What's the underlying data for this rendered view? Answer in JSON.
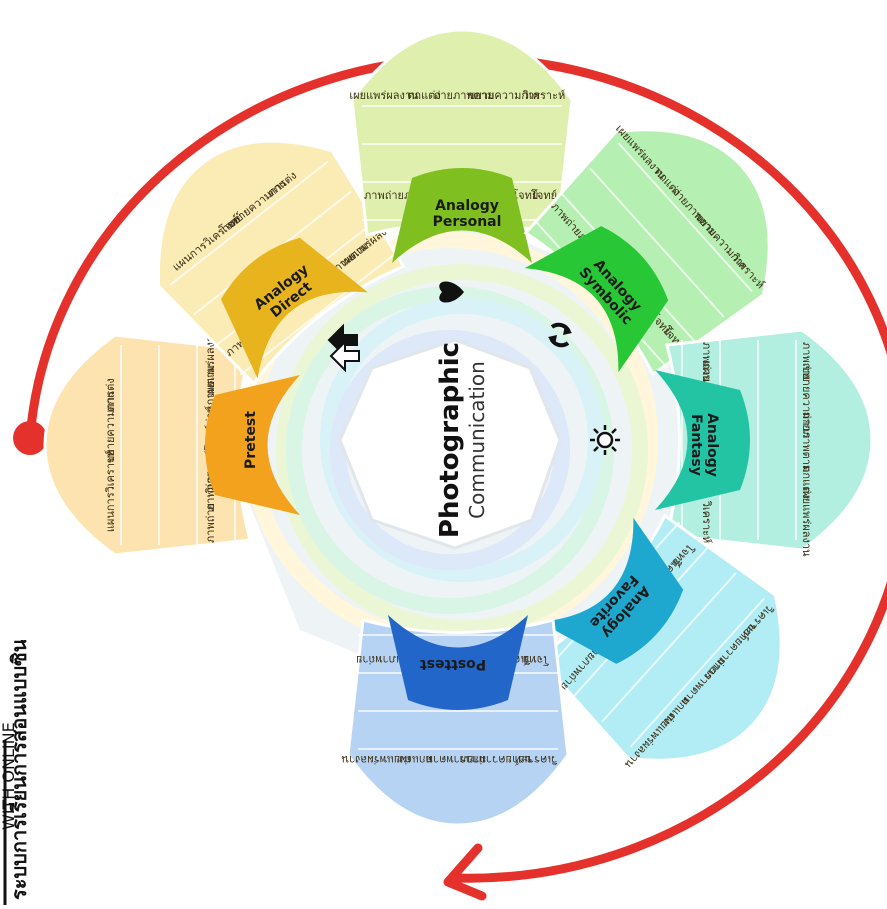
{
  "center": {
    "title": "Photographic",
    "subtitle": "Communication"
  },
  "caption": {
    "line1": "ระบบการเรียนการสอนแบบซินเนคติกส์ร่วมกับเทคนิคการถ่ายภาพ",
    "line2": "WITH ONLINE"
  },
  "stages": [
    {
      "name": "Pretest",
      "color": "#f2a21d",
      "light": "#fde3b0",
      "rows": [
        [
          "ภาพถ่าย",
          ""
        ],
        [
          "ภาพถ่าย",
          "แผนการวิเคราะห์"
        ],
        [
          "วิเคราะห์โจทย์",
          ""
        ],
        [
          "วิเคราะห์",
          "ขยายความการ"
        ],
        [
          "ถ่ายภาพตาม",
          "ตกแต่ง"
        ],
        [
          "เผยแพร่ผลงาน",
          ""
        ]
      ]
    },
    {
      "name": "Direct\nAnalogy",
      "color": "#e8b41e",
      "light": "#fbecb5",
      "rows": [
        [
          "ภาพถ่าย",
          ""
        ],
        [
          "ภาพถ่าย",
          "แผนการวิเคราะห์"
        ],
        [
          "วิเคราะห์โจทย์",
          "โจทย์"
        ],
        [
          "วิเคราะห์",
          "ขยายความการ"
        ],
        [
          "ถ่ายภาพตาม",
          "ตกแต่ง"
        ],
        [
          "เผยแพร่ผลงาน",
          ""
        ]
      ]
    },
    {
      "name": "Personal\nAnalogy",
      "color": "#7fbf1f",
      "light": "#dff0ae",
      "rows": [
        [
          "ภาพถ่าย",
          "เผยแพร่ผลงาน"
        ],
        [
          "ภาพถ่าย",
          "ตกแต่ง"
        ],
        [
          "แผนการวิเคราะห์",
          "ถ่ายภาพตาม"
        ],
        [
          "วิเคราะห์โจทย์",
          "ขยายความการ"
        ],
        [
          "โจทย์",
          "วิเคราะห์"
        ]
      ]
    },
    {
      "name": "Symbolic\nAnalogy",
      "color": "#27c736",
      "light": "#b6efb2",
      "rows": [
        [
          "ภาพถ่าย",
          "เผยแพร่ผลงาน"
        ],
        [
          "ภาพถ่าย",
          "ตกแต่ง"
        ],
        [
          "แผนการวิเคราะห์",
          "ถ่ายภาพตาม"
        ],
        [
          "วิเคราะห์โจทย์",
          "ขยายความการ"
        ],
        [
          "โจทย์",
          "วิเคราะห์"
        ]
      ]
    },
    {
      "name": "Fantasy\nAnalogy",
      "color": "#22c4a4",
      "light": "#b2efe0",
      "rows": [
        [
          "ภาพถ่าย",
          "ภาพถ่าย"
        ],
        [
          "แผนการวิเคราะห์",
          "ขยายความการ"
        ],
        [
          "วิเคราะห์โจทย์",
          "ถ่ายภาพตาม"
        ],
        [
          "โจทย์",
          "ตกแต่ง"
        ],
        [
          "วิเคราะห์",
          "เผยแพร่ผลงาน"
        ]
      ]
    },
    {
      "name": "Favorite\nAnalogy",
      "color": "#1fa8cf",
      "light": "#b2ecf5",
      "rows": [
        [
          "โจทย์",
          "วิเคราะห์"
        ],
        [
          "วิเคราะห์โจทย์",
          "ขยายความการ"
        ],
        [
          "แผนการวิเคราะห์",
          "ถ่ายภาพตาม"
        ],
        [
          "ภาพถ่าย",
          "ตกแต่ง"
        ],
        [
          "ภาพถ่าย",
          "เผยแพร่ผลงาน"
        ]
      ]
    },
    {
      "name": "Posttest",
      "color": "#2266c9",
      "light": "#b6d3f3",
      "rows": [
        [
          "โจทย์",
          "วิเคราะห์"
        ],
        [
          "วิเคราะห์โจทย์",
          "ขยายความการ"
        ],
        [
          "แผนการวิเคราะห์",
          "ถ่ายภาพตาม"
        ],
        [
          "ภาพถ่าย",
          "ตกแต่ง"
        ],
        [
          "ภาพถ่าย",
          "เผยแพร่ผลงาน"
        ]
      ]
    }
  ],
  "icons": [
    "upload-icon",
    "heart-icon",
    "refresh-icon",
    "sun-icon"
  ],
  "arrow_color": "#e5312b"
}
